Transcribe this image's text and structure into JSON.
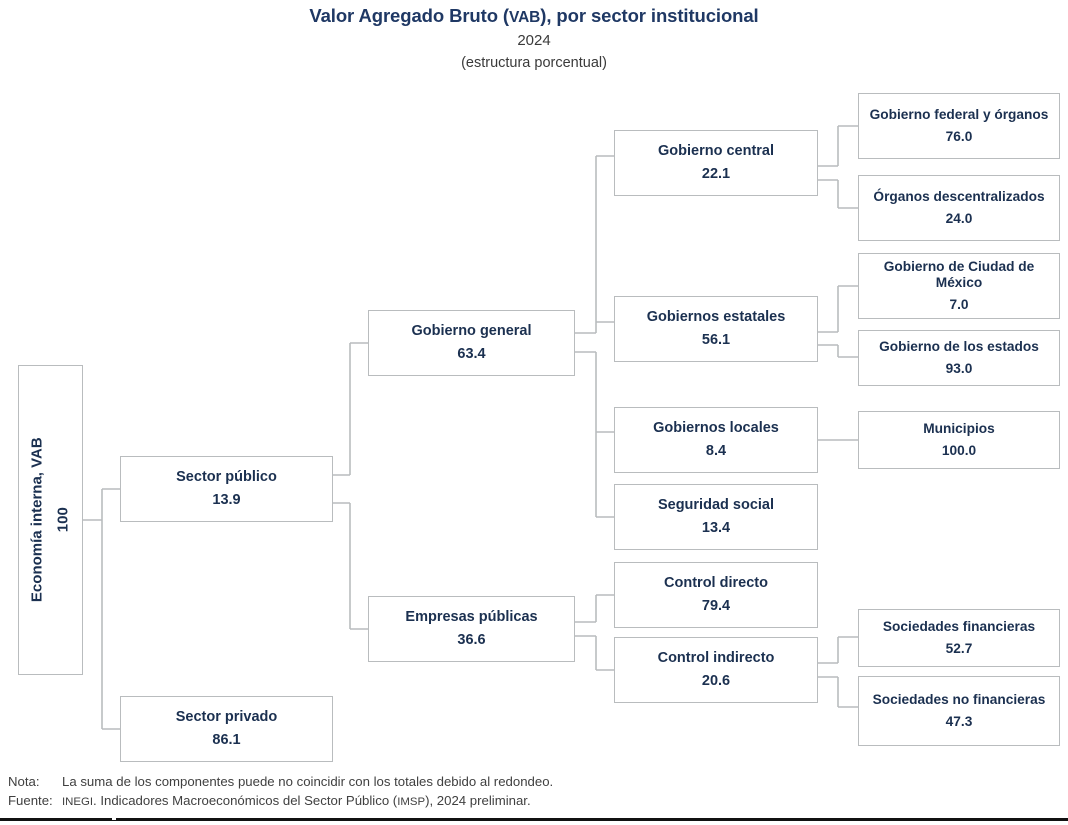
{
  "header": {
    "title_part1": "Valor Agregado Bruto (",
    "title_abbr": "VAB",
    "title_part2": "), por sector institucional",
    "year": "2024",
    "subtitle": "(estructura porcentual)"
  },
  "colors": {
    "title": "#1f3864",
    "node_text": "#1b3050",
    "node_border": "#b9bcbe",
    "connector": "#b9bcbe",
    "footer_text": "#404040",
    "background": "#ffffff"
  },
  "chart_data": {
    "type": "tree",
    "title": "Valor Agregado Bruto (VAB), por sector institucional",
    "subtitle": "2024 (estructura porcentual)",
    "unit": "percent",
    "root": {
      "label": "Economía interna, VAB",
      "value": "100"
    },
    "nodes": [
      {
        "id": "root",
        "label": "Economía interna, VAB",
        "value": "100",
        "level": 0,
        "parent": null
      },
      {
        "id": "sector-publico",
        "label": "Sector público",
        "value": "13.9",
        "level": 1,
        "parent": "root"
      },
      {
        "id": "sector-privado",
        "label": "Sector privado",
        "value": "86.1",
        "level": 1,
        "parent": "root"
      },
      {
        "id": "gob-general",
        "label": "Gobierno general",
        "value": "63.4",
        "level": 2,
        "parent": "sector-publico"
      },
      {
        "id": "empresas-pub",
        "label": "Empresas públicas",
        "value": "36.6",
        "level": 2,
        "parent": "sector-publico"
      },
      {
        "id": "gob-central",
        "label": "Gobierno central",
        "value": "22.1",
        "level": 3,
        "parent": "gob-general"
      },
      {
        "id": "gob-estatales",
        "label": "Gobiernos estatales",
        "value": "56.1",
        "level": 3,
        "parent": "gob-general"
      },
      {
        "id": "gob-locales",
        "label": "Gobiernos locales",
        "value": "8.4",
        "level": 3,
        "parent": "gob-general"
      },
      {
        "id": "seguridad",
        "label": "Seguridad social",
        "value": "13.4",
        "level": 3,
        "parent": "gob-general"
      },
      {
        "id": "control-directo",
        "label": "Control directo",
        "value": "79.4",
        "level": 3,
        "parent": "empresas-pub"
      },
      {
        "id": "control-indir",
        "label": "Control indirecto",
        "value": "20.6",
        "level": 3,
        "parent": "empresas-pub"
      },
      {
        "id": "gob-federal",
        "label": "Gobierno federal y órganos",
        "value": "76.0",
        "level": 4,
        "parent": "gob-central"
      },
      {
        "id": "organos-desc",
        "label": "Órganos descentralizados",
        "value": "24.0",
        "level": 4,
        "parent": "gob-central"
      },
      {
        "id": "gob-cdmx",
        "label": "Gobierno de Ciudad de México",
        "value": "7.0",
        "level": 4,
        "parent": "gob-estatales"
      },
      {
        "id": "gob-estados",
        "label": "Gobierno de los estados",
        "value": "93.0",
        "level": 4,
        "parent": "gob-estatales"
      },
      {
        "id": "municipios",
        "label": "Municipios",
        "value": "100.0",
        "level": 4,
        "parent": "gob-locales"
      },
      {
        "id": "soc-financieras",
        "label": "Sociedades financieras",
        "value": "52.7",
        "level": 4,
        "parent": "control-indir"
      },
      {
        "id": "soc-no-fin",
        "label": "Sociedades no financieras",
        "value": "47.3",
        "level": 4,
        "parent": "control-indir"
      }
    ]
  },
  "nodes": {
    "root": {
      "label": "Economía interna, VAB",
      "value": "100"
    },
    "sector_publico": {
      "label": "Sector público",
      "value": "13.9"
    },
    "sector_privado": {
      "label": "Sector privado",
      "value": "86.1"
    },
    "gob_general": {
      "label": "Gobierno general",
      "value": "63.4"
    },
    "empresas_pub": {
      "label": "Empresas públicas",
      "value": "36.6"
    },
    "gob_central": {
      "label": "Gobierno central",
      "value": "22.1"
    },
    "gob_estatales": {
      "label": "Gobiernos estatales",
      "value": "56.1"
    },
    "gob_locales": {
      "label": "Gobiernos locales",
      "value": "8.4"
    },
    "seguridad": {
      "label": "Seguridad social",
      "value": "13.4"
    },
    "control_directo": {
      "label": "Control directo",
      "value": "79.4"
    },
    "control_indir": {
      "label": "Control indirecto",
      "value": "20.6"
    },
    "gob_federal": {
      "label": "Gobierno federal y órganos",
      "value": "76.0"
    },
    "organos_desc": {
      "label": "Órganos descentralizados",
      "value": "24.0"
    },
    "gob_cdmx": {
      "label": "Gobierno de Ciudad de México",
      "value": "7.0"
    },
    "gob_estados": {
      "label": "Gobierno de los estados",
      "value": "93.0"
    },
    "municipios": {
      "label": "Municipios",
      "value": "100.0"
    },
    "soc_financieras": {
      "label": "Sociedades financieras",
      "value": "52.7"
    },
    "soc_no_fin": {
      "label": "Sociedades no financieras",
      "value": "47.3"
    }
  },
  "footer": {
    "nota_key": "Nota:",
    "nota_text": "La suma de los componentes puede no coincidir con los totales debido al redondeo.",
    "fuente_key": "Fuente:",
    "fuente_abbr1": "INEGI",
    "fuente_mid": ". Indicadores Macroeconómicos del Sector Público (",
    "fuente_abbr2": "IMSP",
    "fuente_end": "), 2024 preliminar."
  }
}
